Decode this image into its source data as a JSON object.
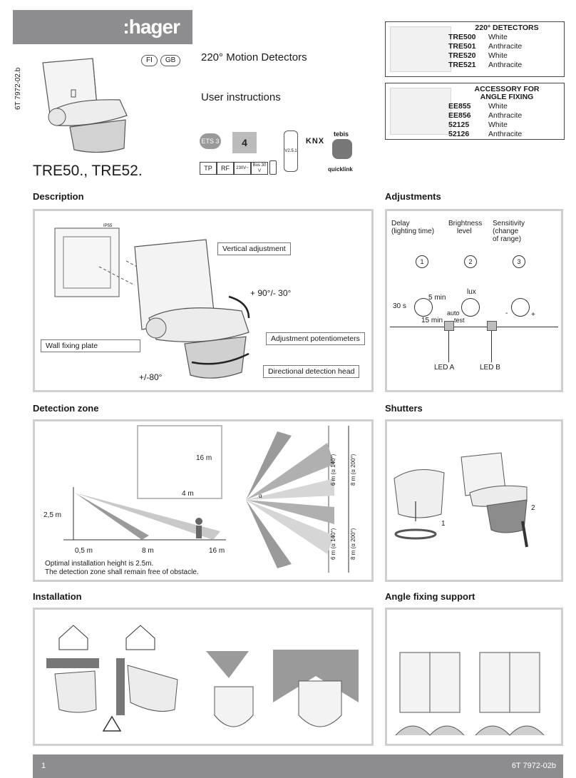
{
  "brand": {
    "logo": ":hager"
  },
  "header": {
    "languages": [
      "FI",
      "GB"
    ],
    "product_title": "220° Motion Detectors",
    "doc_type": "User instructions",
    "model": "TRE50., TRE52.",
    "doc_ref": "6T 7972-02.b",
    "badges": {
      "ets": "ETS 3",
      "ets4": "4",
      "knx": "KNX",
      "tebis": "tebis",
      "quicklink": "quicklink",
      "version": "V2.5.1",
      "tp": "TP",
      "rf": "RF",
      "v230": "230V~",
      "bus": "Bus 30 V"
    }
  },
  "detectors": {
    "title": "220° DETECTORS",
    "rows": [
      {
        "ref": "TRE500",
        "color": "White"
      },
      {
        "ref": "TRE501",
        "color": "Anthracite"
      },
      {
        "ref": "TRE520",
        "color": "White"
      },
      {
        "ref": "TRE521",
        "color": "Anthracite"
      }
    ]
  },
  "accessory": {
    "title_line1": "ACCESSORY FOR",
    "title_line2": "ANGLE FIXING",
    "rows": [
      {
        "ref": "EE855",
        "color": "White"
      },
      {
        "ref": "EE856",
        "color": "Anthracite"
      },
      {
        "ref": "52125",
        "color": "White"
      },
      {
        "ref": "52126",
        "color": "Anthracite"
      }
    ]
  },
  "sections": {
    "description": "Description",
    "adjustments": "Adjustments",
    "detection_zone": "Detection zone",
    "shutters": "Shutters",
    "installation": "Installation",
    "angle_fixing": "Angle fixing support"
  },
  "description": {
    "vertical_adjustment": "Vertical adjustment",
    "angle_up": "+ 90°/- 30°",
    "adjustment_potentiometers": "Adjustment potentiometers",
    "wall_fixing_plate": "Wall fixing plate",
    "directional_head": "Directional detection head",
    "angle_rot": "+/-80°",
    "ip55": "IP55"
  },
  "adjustments": {
    "delay_l1": "Delay",
    "delay_l2": "(lighting time)",
    "bright_l1": "Brightness",
    "bright_l2": "level",
    "sens_l1": "Sensitivity",
    "sens_l2": "(change",
    "sens_l3": "of range)",
    "n1": "1",
    "n2": "2",
    "n3": "3",
    "t5": "5 min",
    "t30": "30 s",
    "t15": "15 min",
    "lux": "lux",
    "auto": "auto",
    "test": "test",
    "minus": "-",
    "plus": "+",
    "led_a": "LED A",
    "led_b": "LED B"
  },
  "detection": {
    "d16_top": "16 m",
    "d4": "4 m",
    "h25": "2,5 m",
    "x05": "0,5 m",
    "x8": "8 m",
    "x16": "16 m",
    "note1": "Optimal installation height is 2.5m.",
    "note2": "The detection zone shall remain free of obstacle.",
    "r6a": "6 m (α 140°)",
    "r8a": "8 m (α 200°)",
    "r6b": "6 m (α 140°)",
    "r8b": "8 m (α 200°)",
    "alpha": "α"
  },
  "shutters": {
    "step1": "1",
    "step2": "2"
  },
  "footer": {
    "page": "1",
    "ref": "6T 7972-02b"
  }
}
